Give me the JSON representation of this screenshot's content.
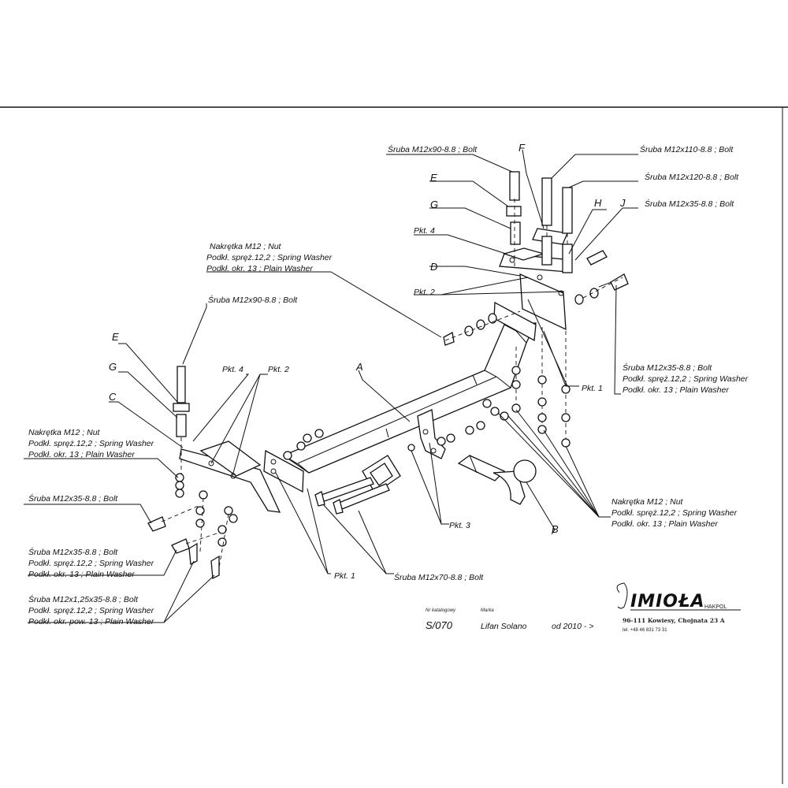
{
  "labels": {
    "E": "E",
    "G": "G",
    "C": "C",
    "D": "D",
    "F": "F",
    "H": "H",
    "J": "J",
    "A": "A",
    "B": "B",
    "pkt1": "Pkt. 1",
    "pkt2": "Pkt. 2",
    "pkt3": "Pkt. 3",
    "pkt4": "Pkt. 4"
  },
  "callouts": {
    "bolt_m12x90": "Śruba M12x90-8.8 ; Bolt",
    "bolt_m12x110": "Śruba M12x110-8.8 ; Bolt",
    "bolt_m12x120": "Śruba M12x120-8.8 ; Bolt",
    "bolt_m12x35": "Śruba M12x35-8.8 ; Bolt",
    "bolt_m12x70": "Śruba M12x70-8.8 ; Bolt",
    "nut_m12": "Nakrętka M12 ; Nut",
    "spring_washer": "Podkł. spręż.12,2 ; Spring Washer",
    "plain_washer": "Podkł. okr. 13 ; Plain Washer",
    "bolt_m12x125": "Śruba M12x1,25x35-8.8 ; Bolt",
    "plain_washer_pow": "Podkł. okr. pow. 13 ; Plain Washer"
  },
  "title_block": {
    "catalog_label": "Nr katalogowy",
    "make_label": "Marka",
    "catalog_no": "S/070",
    "model": "Lifan Solano",
    "years": "od 2010 - >",
    "brand": "IMIOŁA",
    "brand_sub": "HAKPOL",
    "address": "96-111 Kowiesy, Chojnata 23 A",
    "phone": "tel. +48 46 831 73 31"
  }
}
